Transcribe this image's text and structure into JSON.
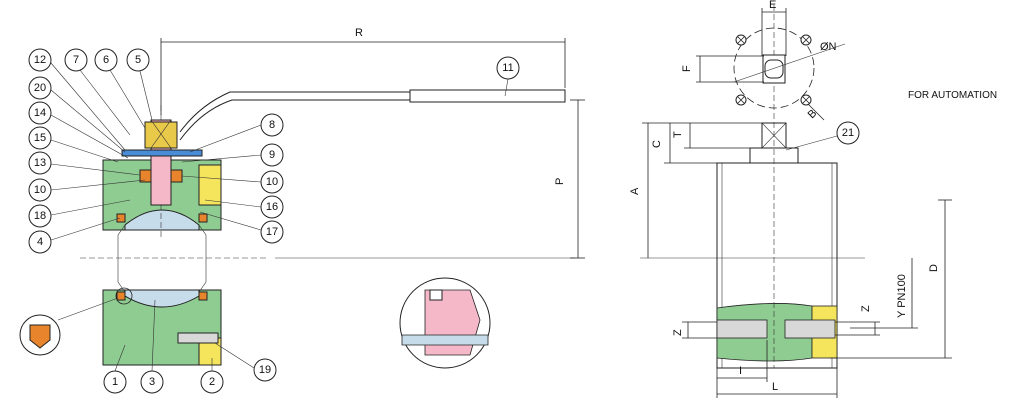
{
  "balloons": [
    {
      "key": "p12",
      "label": "12"
    },
    {
      "key": "p7",
      "label": "7"
    },
    {
      "key": "p6",
      "label": "6"
    },
    {
      "key": "p5",
      "label": "5"
    },
    {
      "key": "p20",
      "label": "20"
    },
    {
      "key": "p14",
      "label": "14"
    },
    {
      "key": "p15",
      "label": "15"
    },
    {
      "key": "p13",
      "label": "13"
    },
    {
      "key": "p10a",
      "label": "10"
    },
    {
      "key": "p18",
      "label": "18"
    },
    {
      "key": "p4",
      "label": "4"
    },
    {
      "key": "p8",
      "label": "8"
    },
    {
      "key": "p9",
      "label": "9"
    },
    {
      "key": "p10b",
      "label": "10"
    },
    {
      "key": "p16",
      "label": "16"
    },
    {
      "key": "p17",
      "label": "17"
    },
    {
      "key": "p11",
      "label": "11"
    },
    {
      "key": "p1",
      "label": "1"
    },
    {
      "key": "p3",
      "label": "3"
    },
    {
      "key": "p2",
      "label": "2"
    },
    {
      "key": "p19",
      "label": "19"
    },
    {
      "key": "p21",
      "label": "21"
    }
  ],
  "dimensions": {
    "R": "R",
    "P": "P",
    "E": "E",
    "N": "ØN",
    "F": "F",
    "B": "B",
    "T": "T",
    "C": "C",
    "A": "A",
    "D": "D",
    "Y": "Y PN100",
    "Z_left": "Z",
    "Z_right": "Z",
    "I": "I",
    "L": "L"
  },
  "note": "FOR AUTOMATION",
  "colors": {
    "body_green": "#8fcc92",
    "end_yellow": "#f5e55c",
    "stem_pink": "#f5b8c9",
    "ball_blue": "#c6dcea",
    "gland_blue": "#4a8cd6",
    "seal_orange": "#e8852c",
    "hex_yellow": "#e8c94a"
  }
}
